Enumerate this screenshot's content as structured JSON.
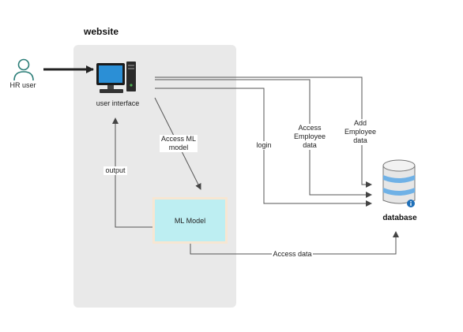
{
  "diagram": {
    "container_title": "website",
    "actor_label": "HR user",
    "ui_label": "user interface",
    "model_label": "ML Model",
    "db_label": "database",
    "edge_labels": {
      "access_ml_model_line1": "Access ML",
      "access_ml_model_line2": "model",
      "output": "output",
      "login": "login",
      "access_employee_line1": "Access",
      "access_employee_line2": "Employee",
      "access_employee_line3": "data",
      "add_employee_line1": "Add",
      "add_employee_line2": "Employee",
      "add_employee_line3": "data",
      "access_data": "Access data"
    }
  },
  "colors": {
    "panel": "#e9e9e9",
    "model_fill": "#bdeef2",
    "model_glow": "#f7e6d2",
    "line": "#555555",
    "actor": "#2a7d77",
    "monitor": "#2b8fd6",
    "db_bands": "#6fb1e6"
  }
}
